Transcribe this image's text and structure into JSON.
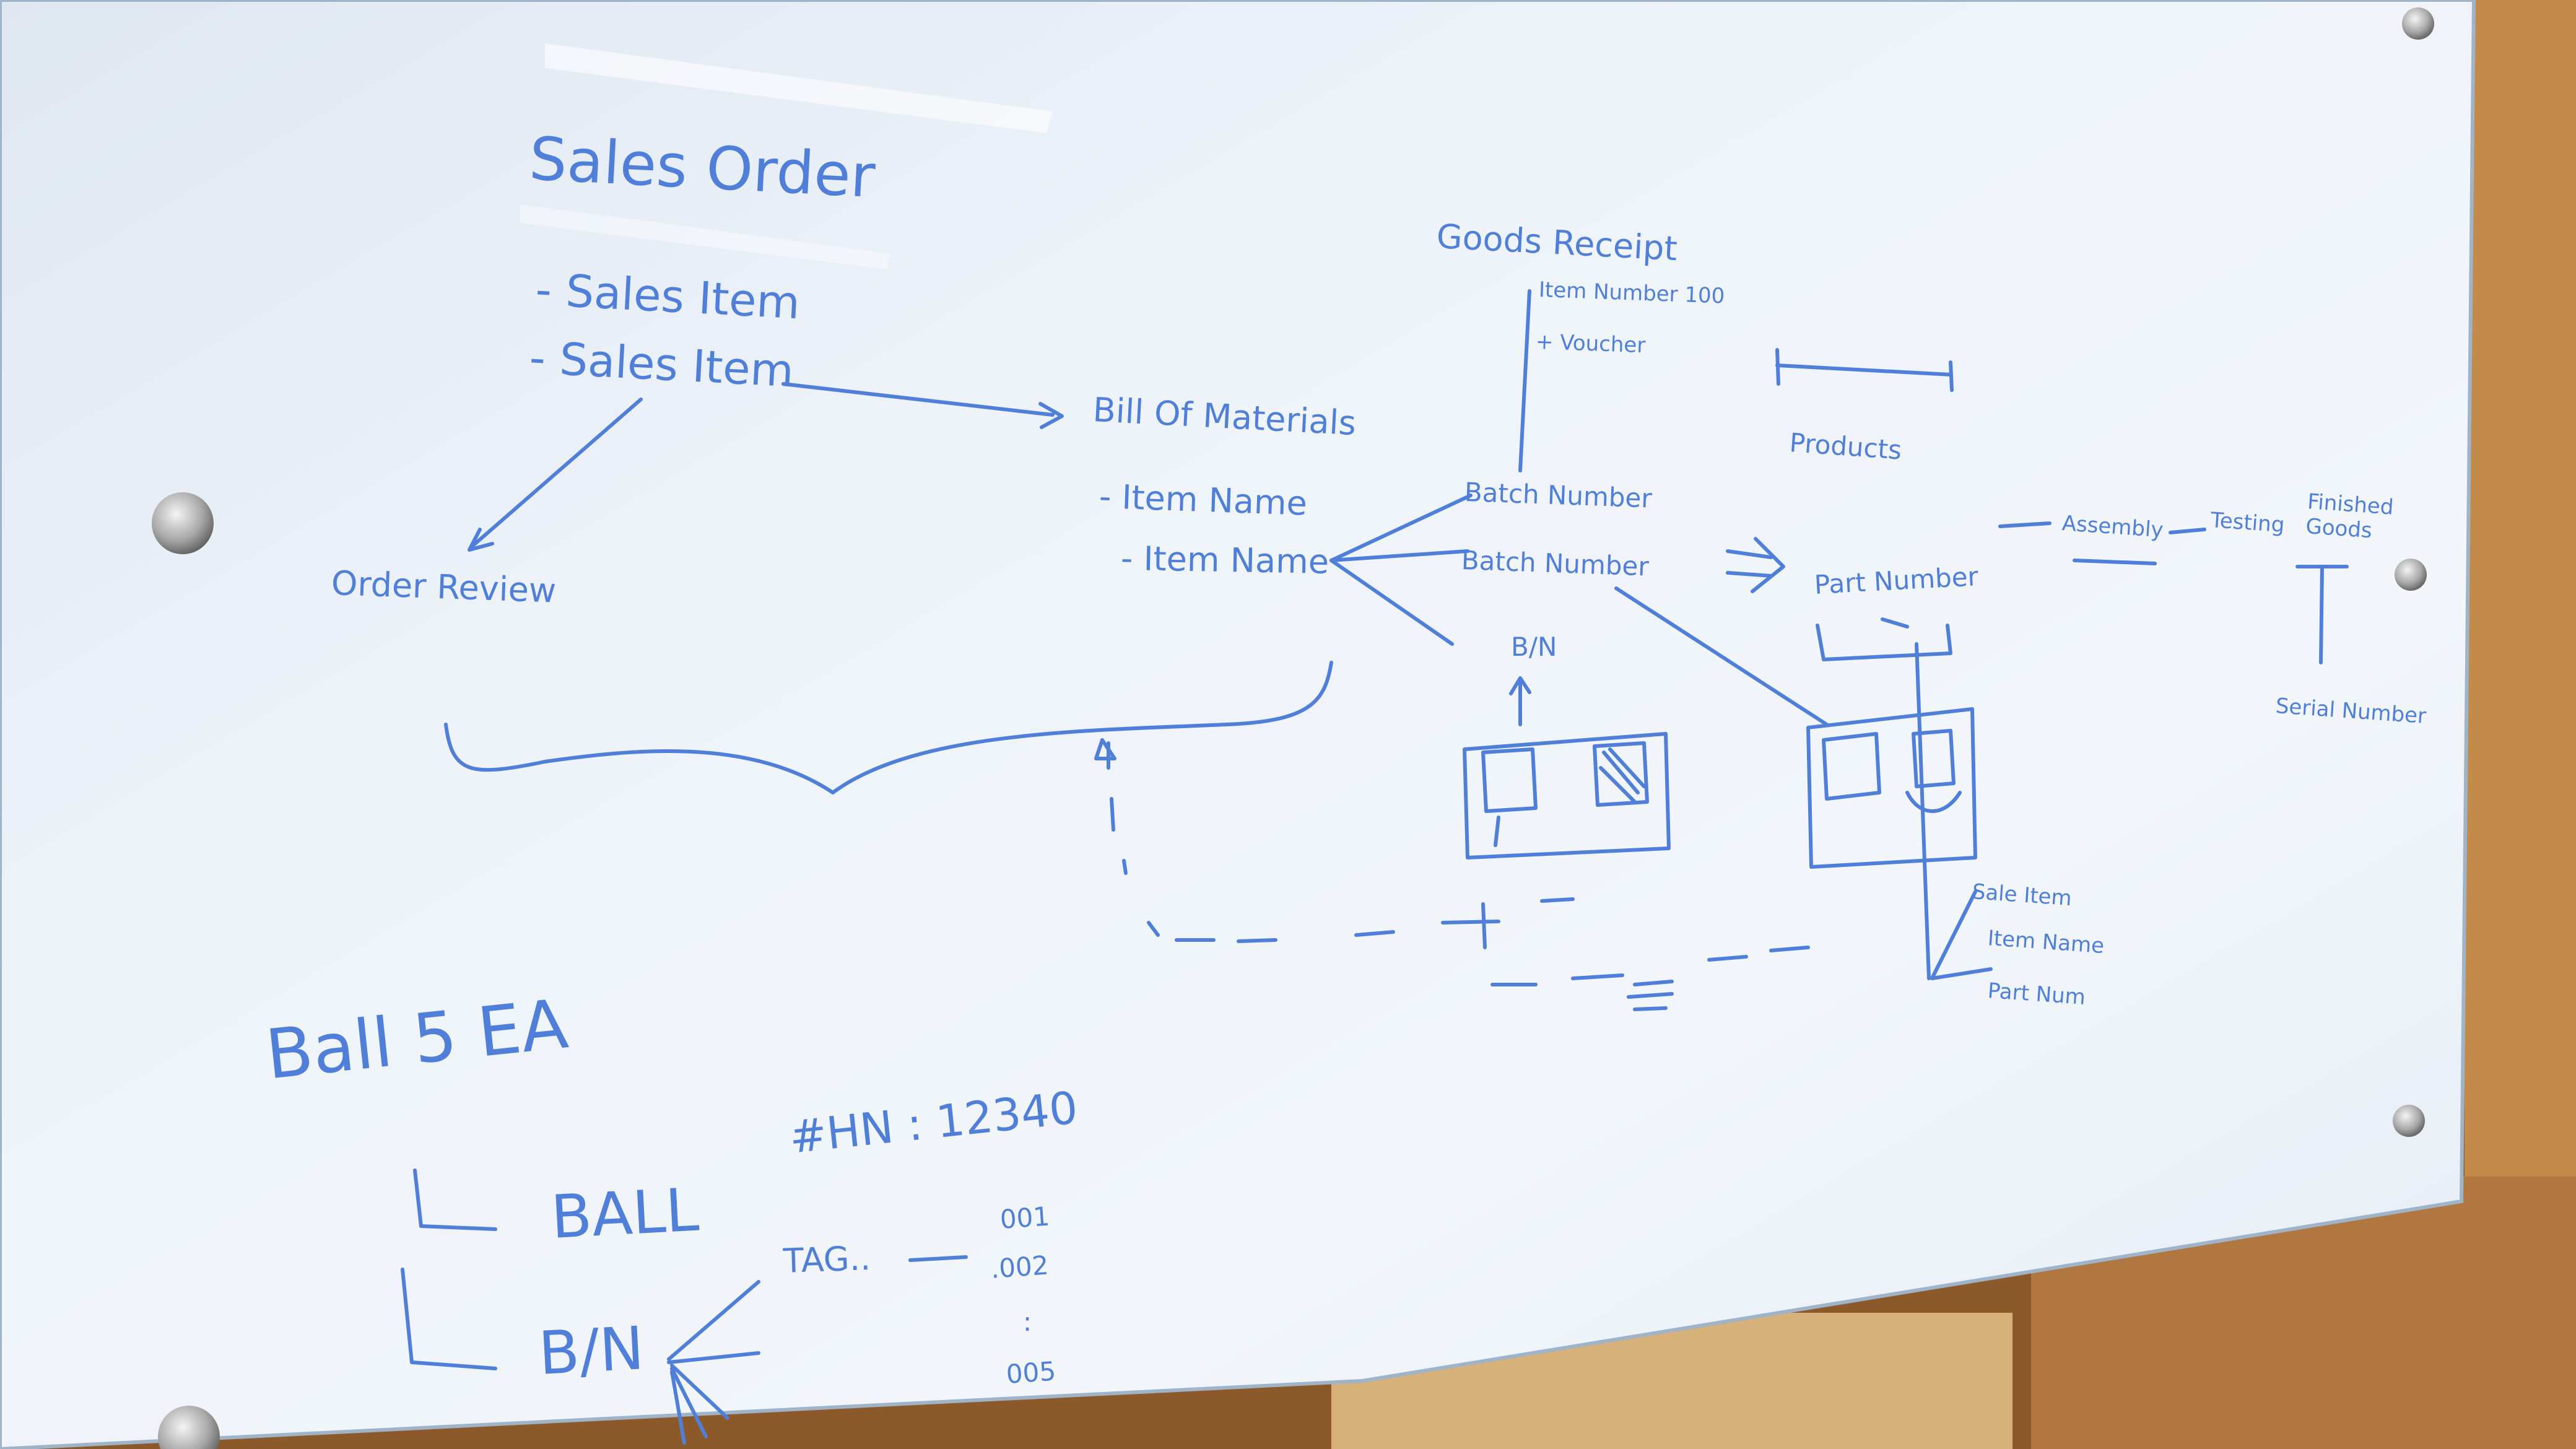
{
  "colors": {
    "marker": "#4f7fd8",
    "board_light": "#f1f5fa",
    "board_dark": "#d4dfec",
    "frame": "#b07a3c",
    "frame_dark": "#5d3a18",
    "pin": "#c9c9c9"
  },
  "whiteboard": {
    "sales_order": {
      "title": "Sales Order",
      "item_1": "- Sales Item",
      "item_2": "- Sales Item",
      "order_review": "Order Review"
    },
    "bill_of_materials": {
      "title": "Bill Of Materials",
      "item_1": "- Item Name",
      "item_2": "- Item Name"
    },
    "goods_receipt": {
      "title": "Goods Receipt",
      "note_1": "Item Number 100",
      "note_2": "+ Voucher",
      "batch_1": "Batch Number",
      "batch_2": "Batch Number",
      "bn": "B/N"
    },
    "production": {
      "products": "Products",
      "part_number": "Part Number",
      "assembly": "Assembly",
      "testing": "Testing",
      "finished_goods": "Finished Goods",
      "serial_number": "Serial Number"
    },
    "sale_labels": {
      "sale_item": "Sale Item",
      "item_name": "Item Name",
      "part_num": "Part Num"
    },
    "ball_example": {
      "title": "Ball 5 EA",
      "ball": "BALL",
      "bn": "B/N",
      "hn": "#HN : 12340",
      "tag": "TAG..",
      "s001": "001",
      "s002": ".002",
      "dots": ":",
      "s005": "005"
    }
  }
}
